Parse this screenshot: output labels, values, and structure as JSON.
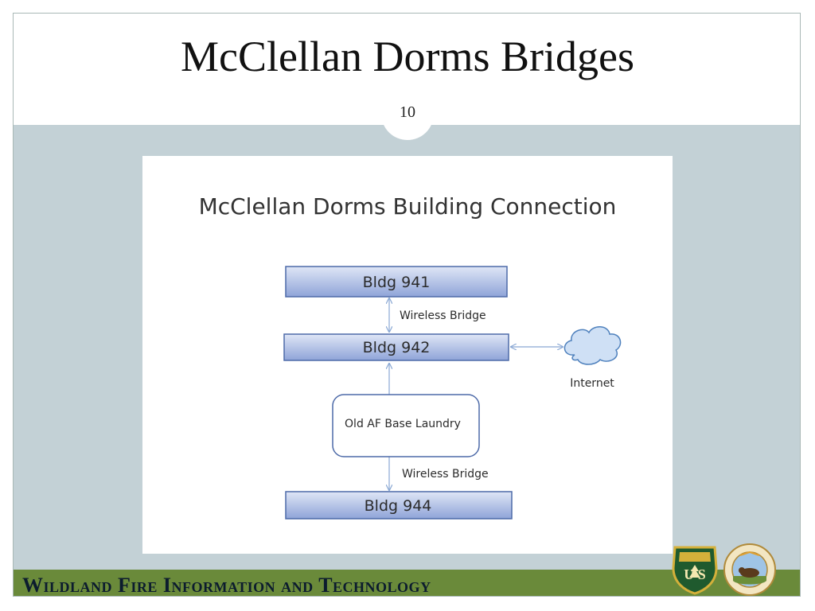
{
  "slide": {
    "title": "McClellan Dorms Bridges",
    "page_number": "10",
    "footer": "Wildland Fire Information and Technology"
  },
  "diagram": {
    "title": "McClellan Dorms Building Connection",
    "nodes": {
      "bldg941": "Bldg 941",
      "bldg942": "Bldg 942",
      "bldg944": "Bldg 944",
      "laundry": "Old AF Base Laundry",
      "internet": "Internet"
    },
    "edges": {
      "bridge_941_942": "Wireless Bridge",
      "bridge_942_944": "Wireless Bridge"
    },
    "colors": {
      "box_fill_top": "#dfe6f6",
      "box_fill_bottom": "#8fa4d8",
      "box_stroke": "#4d6aa8",
      "arrow": "#8aa8d4",
      "cloud_fill": "#cfe0f5",
      "cloud_stroke": "#4f81bd"
    }
  },
  "logos": {
    "forest_service": "forest-service-shield-icon",
    "interior_seal": "interior-department-seal-icon"
  }
}
